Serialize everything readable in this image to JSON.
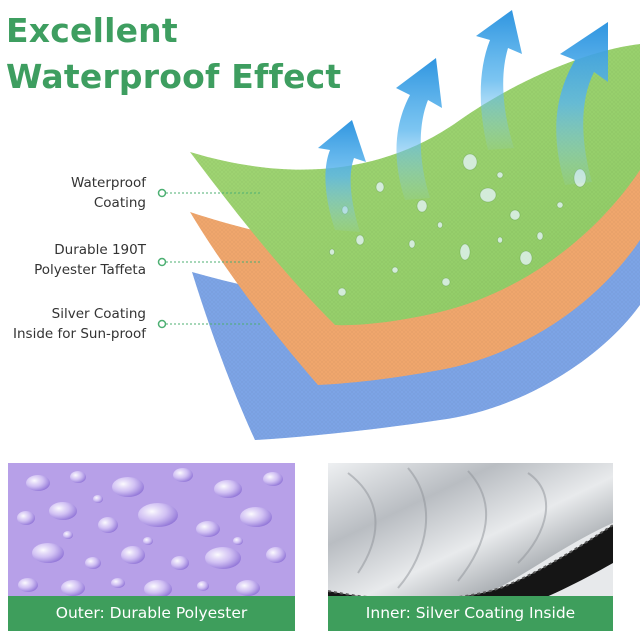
{
  "headline": {
    "line1": "Excellent",
    "line2": "Waterproof Effect"
  },
  "layers": [
    {
      "line1": "Waterproof",
      "line2": "Coating",
      "color": "#9bd36f"
    },
    {
      "line1": "Durable 190T",
      "line2": "Polyester Taffeta",
      "color": "#f2a86e"
    },
    {
      "line1": "Silver Coating",
      "line2": "Inside for Sun-proof",
      "color": "#7ea6e8"
    }
  ],
  "photos": {
    "outer_caption": "Outer: Durable Polyester",
    "inner_caption": "Inner: Silver Coating Inside"
  },
  "colors": {
    "brand_green": "#3e9e60",
    "caption_bar": "#3e9e5c",
    "arrow_blue": "#4aa7e8",
    "purple_fabric": "#b7a0e8",
    "silver": "#d6d9dc"
  }
}
